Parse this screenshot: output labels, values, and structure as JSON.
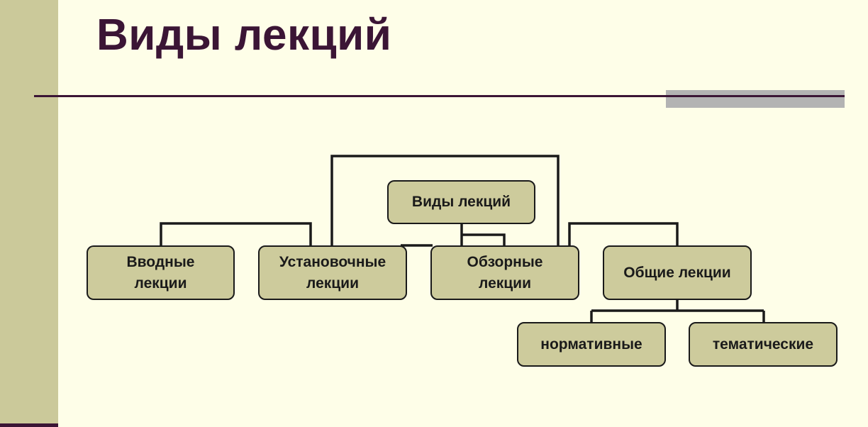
{
  "slide": {
    "title": "Виды лекций"
  },
  "diagram": {
    "root": "Виды лекций",
    "nodes": {
      "vvodnye": [
        "Вводные",
        "лекции"
      ],
      "ustanovochnye": [
        "Установочные",
        "лекции"
      ],
      "obzornye": [
        "Обзорные",
        "лекции"
      ],
      "obshchie": "Общие лекции",
      "normativnye": "нормативные",
      "tematicheskie": "тематические"
    }
  },
  "colors": {
    "background": "#fefee8",
    "sidebar": "#cbc99a",
    "title": "#3b1535",
    "node_fill": "#cdcb9c",
    "line": "#1a1a1a"
  }
}
